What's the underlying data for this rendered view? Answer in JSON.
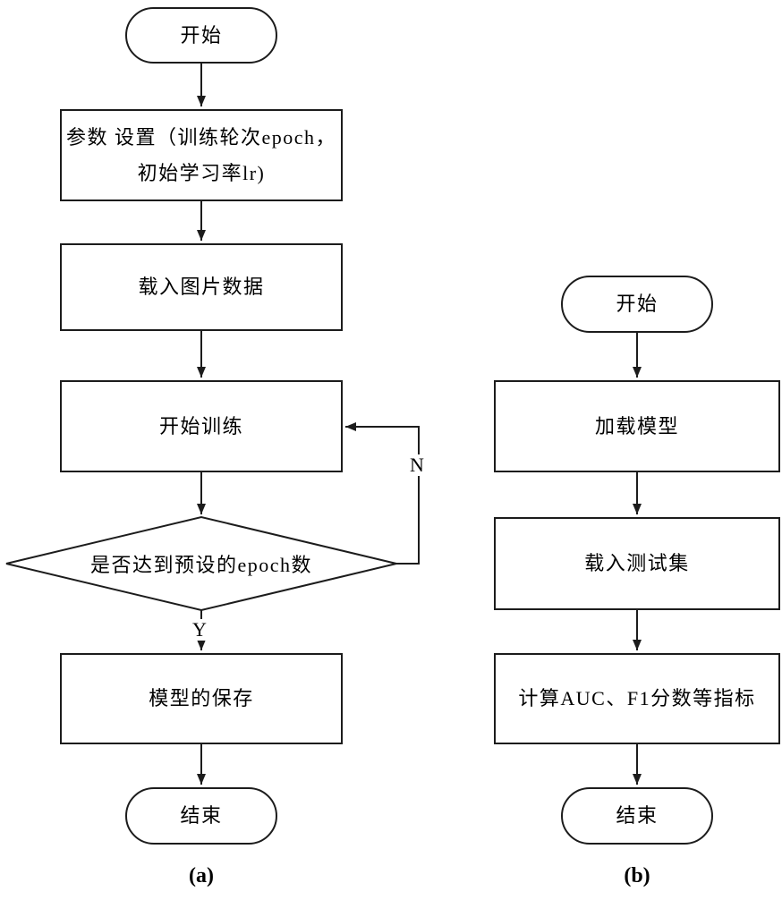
{
  "diagram": {
    "colors": {
      "stroke": "#1c1c1c",
      "background": "#ffffff"
    },
    "left": {
      "caption": "(a)",
      "start": "开始",
      "params_line1": "参数 设置（训练轮次epoch，",
      "params_line2": "初始学习率lr)",
      "load_data": "载入图片数据",
      "train": "开始训练",
      "decision": "是否达到预设的epoch数",
      "yes_label": "Y",
      "no_label": "N",
      "save": "模型的保存",
      "end": "结束"
    },
    "right": {
      "caption": "(b)",
      "start": "开始",
      "load_model": "加载模型",
      "load_testset": "载入测试集",
      "metrics": "计算AUC、F1分数等指标",
      "end": "结束"
    }
  }
}
